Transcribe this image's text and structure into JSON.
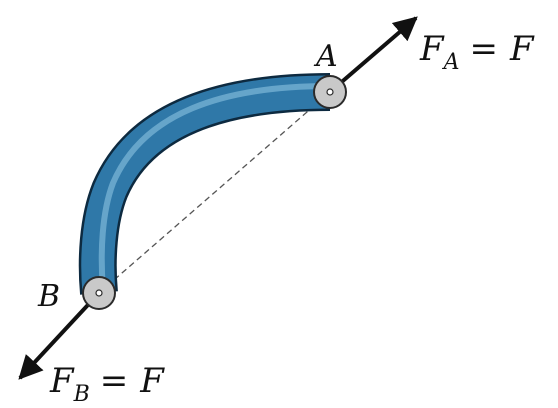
{
  "diagram": {
    "point_a": {
      "label": "A"
    },
    "point_b": {
      "label": "B"
    },
    "force_a": {
      "symbol": "F",
      "subscript": "A",
      "equals": "=",
      "rhs": "F"
    },
    "force_b": {
      "symbol": "F",
      "subscript": "B",
      "equals": "=",
      "rhs": "F"
    },
    "colors": {
      "member_fill": "#2f78a8",
      "member_highlight": "#7ab4d6",
      "member_outline": "#0d2a40",
      "pin_fill": "#c9c9c9",
      "pin_outline": "#2b2b2b",
      "arrow": "#111111",
      "dashed_line": "#555555"
    }
  }
}
